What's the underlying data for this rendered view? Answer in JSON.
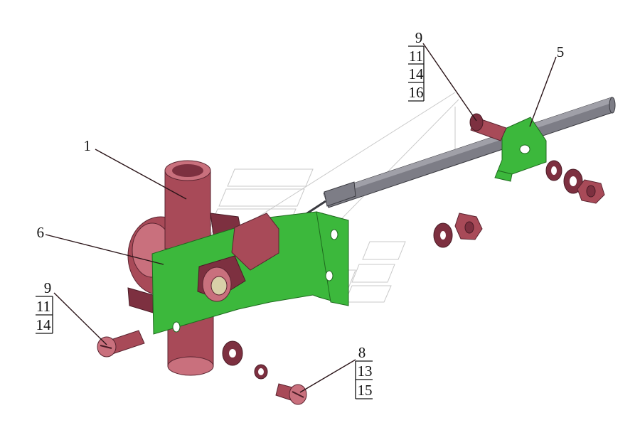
{
  "callouts": {
    "c1": "1",
    "c5": "5",
    "c6": "6",
    "top_bolt": [
      "9",
      "11",
      "14",
      "16"
    ],
    "left_bolt": [
      "9",
      "11",
      "14"
    ],
    "bottom_bolt": [
      "8",
      "13",
      "15"
    ]
  },
  "colors": {
    "body": "#a84a58",
    "bracket": "#3cb83c",
    "rod": "#7d7d86"
  }
}
